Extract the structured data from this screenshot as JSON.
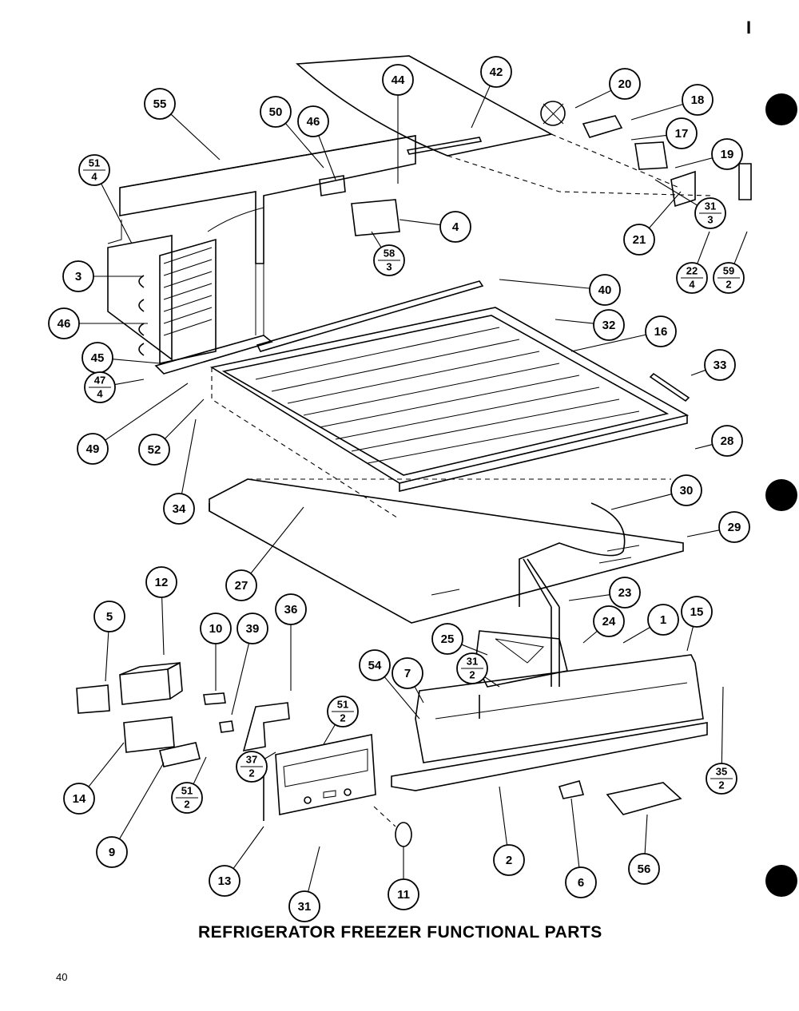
{
  "caption": "REFRIGERATOR FREEZER FUNCTIONAL PARTS",
  "page_number": "40",
  "corner_mark": "I",
  "callouts": [
    {
      "id": "c55",
      "num": "55"
    },
    {
      "id": "c50",
      "num": "50"
    },
    {
      "id": "c46a",
      "num": "46"
    },
    {
      "id": "c44",
      "num": "44"
    },
    {
      "id": "c42",
      "num": "42"
    },
    {
      "id": "c20",
      "num": "20"
    },
    {
      "id": "c18",
      "num": "18"
    },
    {
      "id": "c17",
      "num": "17"
    },
    {
      "id": "c19",
      "num": "19"
    },
    {
      "id": "c51a",
      "num": "51",
      "qty": "4"
    },
    {
      "id": "c3",
      "num": "3"
    },
    {
      "id": "c4",
      "num": "4"
    },
    {
      "id": "c58",
      "num": "58",
      "qty": "3"
    },
    {
      "id": "c31a",
      "num": "31",
      "qty": "3"
    },
    {
      "id": "c21",
      "num": "21"
    },
    {
      "id": "c22",
      "num": "22",
      "qty": "4"
    },
    {
      "id": "c59",
      "num": "59",
      "qty": "2"
    },
    {
      "id": "c46b",
      "num": "46"
    },
    {
      "id": "c40",
      "num": "40"
    },
    {
      "id": "c32",
      "num": "32"
    },
    {
      "id": "c16",
      "num": "16"
    },
    {
      "id": "c45",
      "num": "45"
    },
    {
      "id": "c33",
      "num": "33"
    },
    {
      "id": "c47",
      "num": "47",
      "qty": "4"
    },
    {
      "id": "c49",
      "num": "49"
    },
    {
      "id": "c52",
      "num": "52"
    },
    {
      "id": "c28",
      "num": "28"
    },
    {
      "id": "c30",
      "num": "30"
    },
    {
      "id": "c34",
      "num": "34"
    },
    {
      "id": "c29",
      "num": "29"
    },
    {
      "id": "c27",
      "num": "27"
    },
    {
      "id": "c12",
      "num": "12"
    },
    {
      "id": "c23",
      "num": "23"
    },
    {
      "id": "c5",
      "num": "5"
    },
    {
      "id": "c10",
      "num": "10"
    },
    {
      "id": "c36",
      "num": "36"
    },
    {
      "id": "c39",
      "num": "39"
    },
    {
      "id": "c24",
      "num": "24"
    },
    {
      "id": "c1",
      "num": "1"
    },
    {
      "id": "c15",
      "num": "15"
    },
    {
      "id": "c25",
      "num": "25"
    },
    {
      "id": "c54",
      "num": "54"
    },
    {
      "id": "c7",
      "num": "7"
    },
    {
      "id": "c31b",
      "num": "31",
      "qty": "2"
    },
    {
      "id": "c51b",
      "num": "51",
      "qty": "2"
    },
    {
      "id": "c14",
      "num": "14"
    },
    {
      "id": "c37",
      "num": "37",
      "qty": "2"
    },
    {
      "id": "c35",
      "num": "35",
      "qty": "2"
    },
    {
      "id": "c51c",
      "num": "51",
      "qty": "2"
    },
    {
      "id": "c9",
      "num": "9"
    },
    {
      "id": "c13",
      "num": "13"
    },
    {
      "id": "c2",
      "num": "2"
    },
    {
      "id": "c6",
      "num": "6"
    },
    {
      "id": "c56",
      "num": "56"
    },
    {
      "id": "c11",
      "num": "11"
    },
    {
      "id": "c31c",
      "num": "31"
    }
  ]
}
